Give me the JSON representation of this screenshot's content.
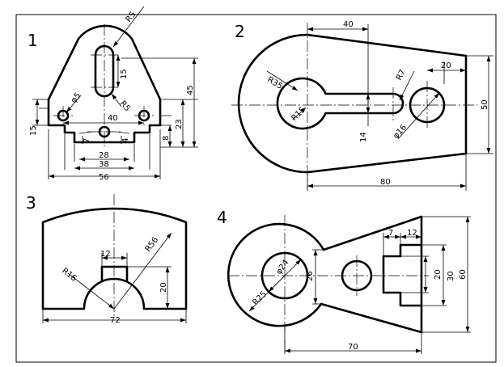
{
  "figures": [
    {
      "number": "1",
      "dims": {
        "r5_top": "R5",
        "d15_slot": "15",
        "phi5": "φ5",
        "r5_mid": "R5",
        "d40": "40",
        "d45": "45",
        "d23": "23",
        "d15_left": "15",
        "d7": "7",
        "d4": "4",
        "d8": "8",
        "d28": "28",
        "d38": "38",
        "d56": "56"
      }
    },
    {
      "number": "2",
      "dims": {
        "d40": "40",
        "d20": "20",
        "r35": "R35",
        "r7": "R7",
        "d50": "50",
        "r15": "R15",
        "d14": "14",
        "phi16": "φ16",
        "d80": "80"
      }
    },
    {
      "number": "3",
      "dims": {
        "d12": "12",
        "r56": "R56",
        "r16": "R16",
        "d20": "20",
        "d72": "72"
      }
    },
    {
      "number": "4",
      "dims": {
        "d7": "7",
        "d12": "12",
        "phi24": "φ24",
        "d26": "26",
        "d20": "20",
        "d30": "30",
        "d60": "60",
        "r25": "R25",
        "d70": "70"
      }
    }
  ]
}
